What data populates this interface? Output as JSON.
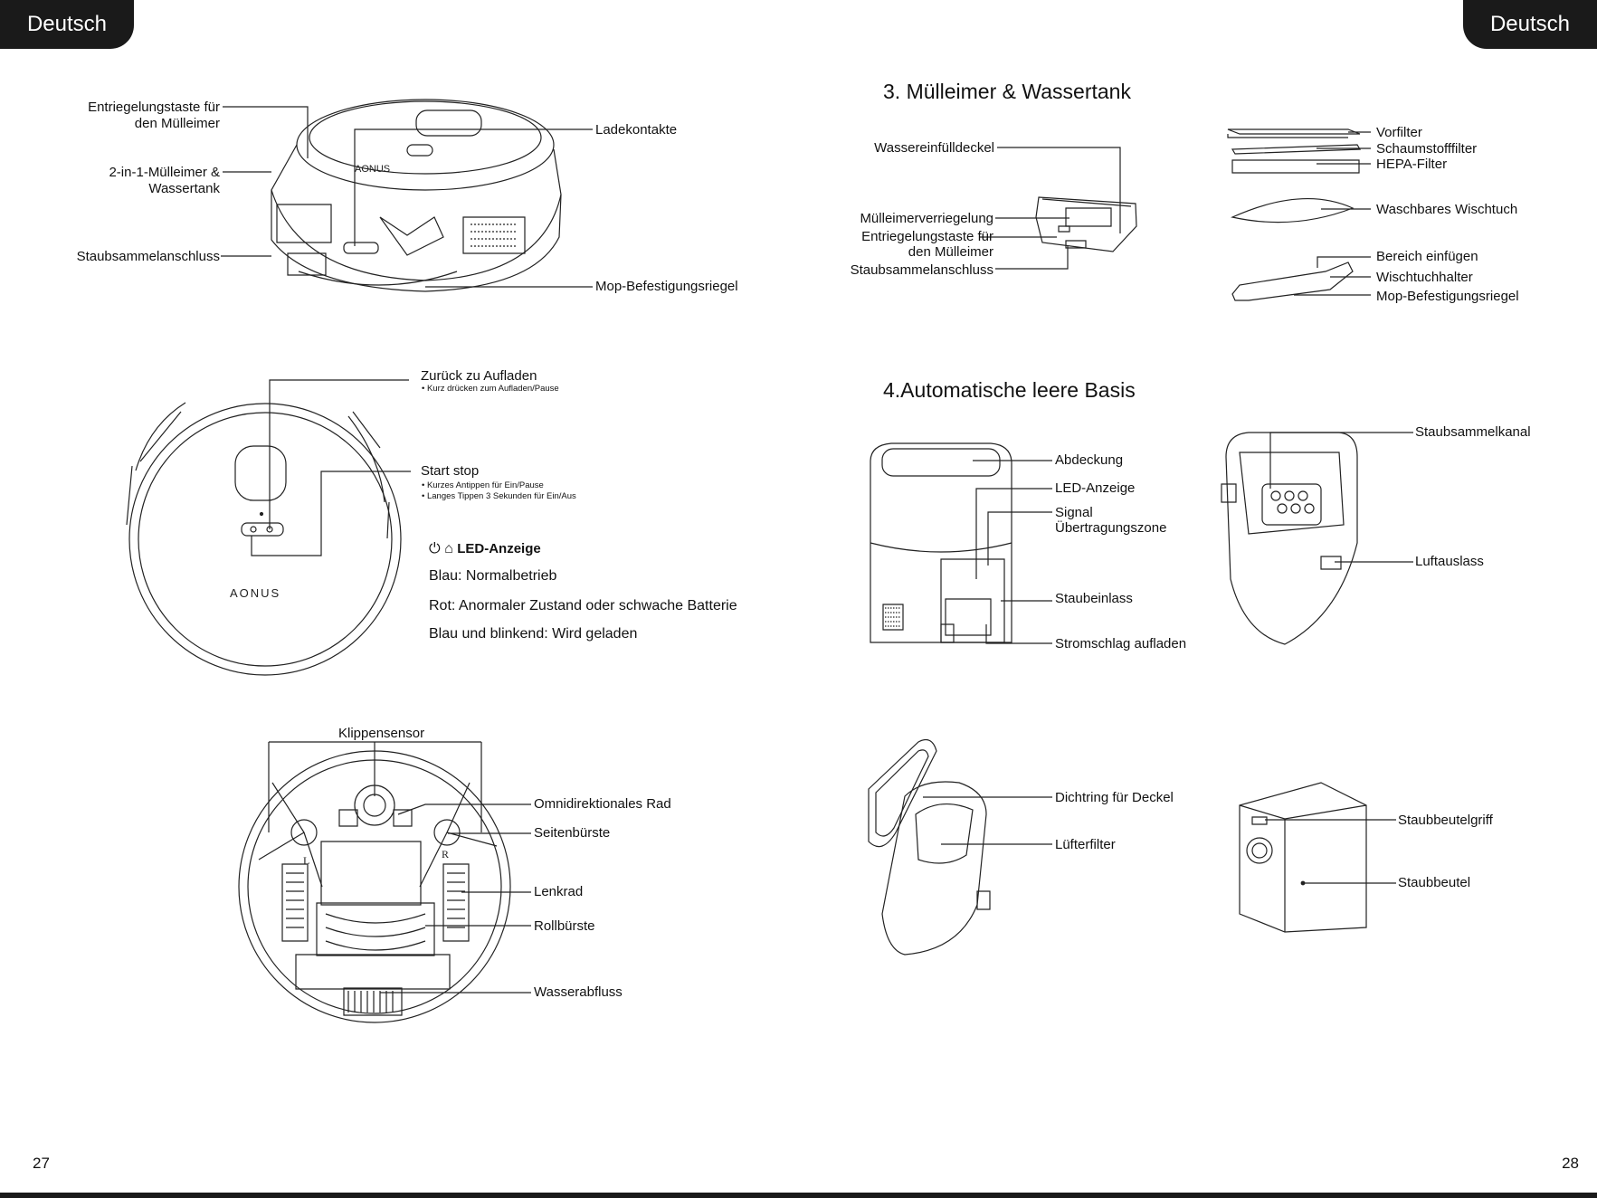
{
  "header": {
    "lang_left": "Deutsch",
    "lang_right": "Deutsch"
  },
  "footer": {
    "page_left": "27",
    "page_right": "28"
  },
  "robot_side": {
    "entriegelung_1": "Entriegelungstaste für",
    "entriegelung_2": "den Mülleimer",
    "bin_1": "2-in-1-Mülleimer &",
    "bin_2": "Wassertank",
    "dust_port": "Staubsammelanschluss",
    "charge_contacts": "Ladekontakte",
    "mop_latch": "Mop-Befestigungsriegel"
  },
  "robot_top": {
    "back_to_charge": "Zurück zu Aufladen",
    "back_to_charge_note": "Kurz drücken zum Aufladen/Pause",
    "start_stop": "Start stop",
    "start_stop_note_1": "Kurzes Antippen für Ein/Pause",
    "start_stop_note_2": "Langes Tippen 3 Sekunden für Ein/Aus",
    "led_icons": "⏻ ⌂",
    "led_title": "LED-Anzeige",
    "led_blue": "Blau: Normalbetrieb",
    "led_red": "Rot: Anormaler Zustand oder schwache Batterie",
    "led_blink": "Blau und blinkend: Wird geladen",
    "brand": "AONUS"
  },
  "robot_bottom": {
    "cliff_sensor": "Klippensensor",
    "omni_wheel": "Omnidirektionales Rad",
    "side_brush": "Seitenbürste",
    "wheel": "Lenkrad",
    "roll_brush": "Rollbürste",
    "water_drain": "Wasserabfluss"
  },
  "section3": {
    "title": "3. Mülleimer & Wassertank",
    "fill_lid": "Wassereinfülldeckel",
    "bin_lock": "Mülleimerverriegelung",
    "release_1": "Entriegelungstaste für",
    "release_2": "den Mülleimer",
    "dust_port": "Staubsammelanschluss",
    "prefilter": "Vorfilter",
    "foam_filter": "Schaumstofffilter",
    "hepa": "HEPA-Filter",
    "washable_cloth": "Waschbares Wischtuch",
    "insert_area": "Bereich einfügen",
    "cloth_holder": "Wischtuchhalter",
    "mop_latch": "Mop-Befestigungsriegel"
  },
  "section4": {
    "title": "4.Automatische leere Basis",
    "cover": "Abdeckung",
    "led": "LED-Anzeige",
    "signal_1": "Signal",
    "signal_2": "Übertragungszone",
    "dust_inlet": "Staubeinlass",
    "charge_contact": "Stromschlag aufladen",
    "dust_channel": "Staubsammelkanal",
    "air_outlet": "Luftauslass",
    "lid_seal": "Dichtring für Deckel",
    "fan_filter": "Lüfterfilter",
    "bag_handle": "Staubbeutelgriff",
    "dust_bag": "Staubbeutel"
  }
}
